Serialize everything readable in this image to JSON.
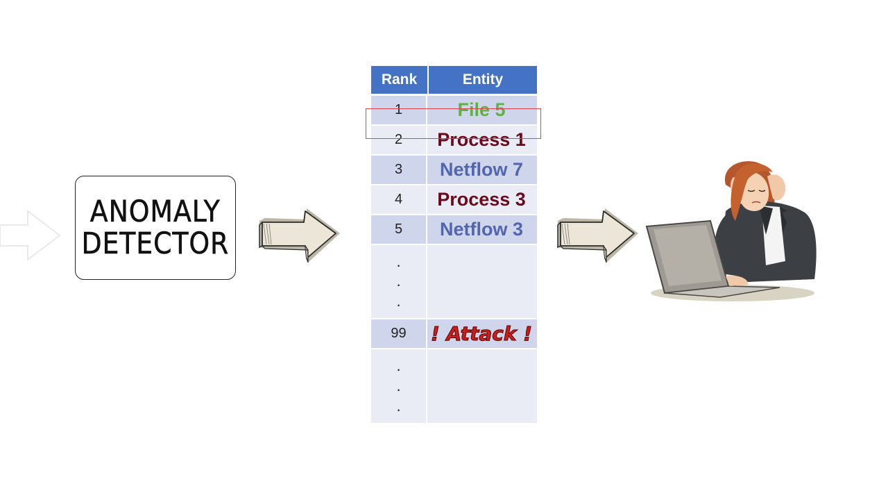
{
  "detector": {
    "line1": "ANOMALY",
    "line2": "DETECTOR"
  },
  "table": {
    "headers": {
      "rank": "Rank",
      "entity": "Entity"
    },
    "rows": [
      {
        "rank": "1",
        "entity": "File 5",
        "color": "#5eb146"
      },
      {
        "rank": "2",
        "entity": "Process 1",
        "color": "#6b0a1c"
      },
      {
        "rank": "3",
        "entity": "Netflow 7",
        "color": "#5166ac"
      },
      {
        "rank": "4",
        "entity": "Process 3",
        "color": "#6b0a1c"
      },
      {
        "rank": "5",
        "entity": "Netflow 3",
        "color": "#5166ac"
      }
    ],
    "ellipsis": ".",
    "attack_row": {
      "rank": "99",
      "entity": "! Attack !",
      "color": "#c81e1e"
    }
  },
  "colors": {
    "header_bg": "#4472c4",
    "band_row": "#cfd5ea",
    "light_row": "#e9ebf5",
    "highlight_border": "#e0434a",
    "arrow_fill": "#ece6d8"
  },
  "icons": {
    "arrow_1": "right-arrow-icon",
    "arrow_2": "right-arrow-icon",
    "person": "stressed-analyst-at-laptop-illustration"
  }
}
